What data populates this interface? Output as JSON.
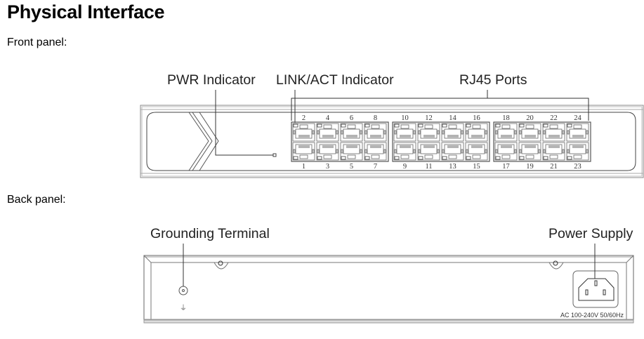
{
  "document": {
    "title": "Physical Interface",
    "front_panel": {
      "heading": "Front panel:",
      "callouts": {
        "pwr": "PWR Indicator",
        "link_act": "LINK/ACT Indicator",
        "rj45": "RJ45 Ports"
      },
      "port_groups": [
        {
          "top": [
            "2",
            "4",
            "6",
            "8"
          ],
          "bottom": [
            "1",
            "3",
            "5",
            "7"
          ]
        },
        {
          "top": [
            "10",
            "12",
            "14",
            "16"
          ],
          "bottom": [
            "9",
            "11",
            "13",
            "15"
          ]
        },
        {
          "top": [
            "18",
            "20",
            "22",
            "24"
          ],
          "bottom": [
            "17",
            "19",
            "21",
            "23"
          ]
        }
      ]
    },
    "back_panel": {
      "heading": "Back panel:",
      "callouts": {
        "grounding": "Grounding Terminal",
        "power": "Power Supply"
      },
      "power_rating": "AC 100-240V 50/60Hz",
      "ground_symbol": "⏚"
    }
  }
}
